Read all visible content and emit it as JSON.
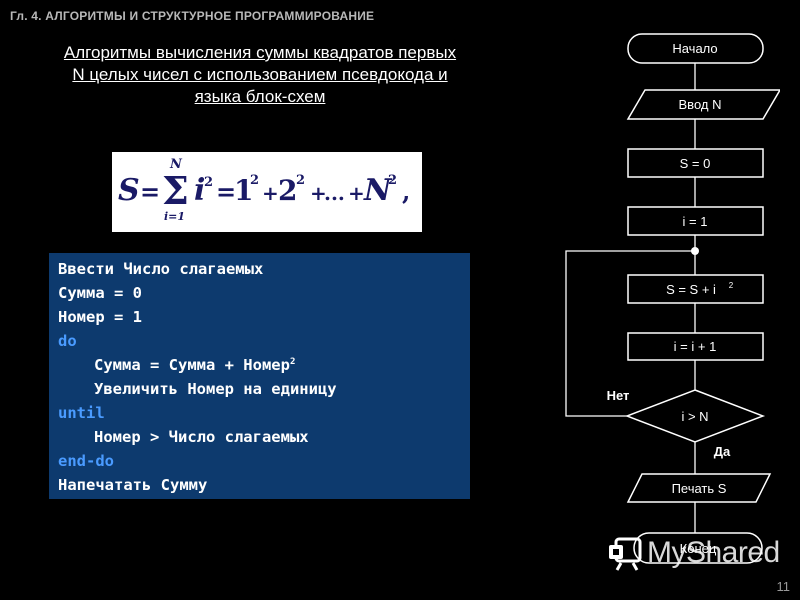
{
  "header": {
    "chapter": "Гл. 4. АЛГОРИТМЫ И СТРУКТУРНОЕ ПРОГРАММИРОВАНИЕ"
  },
  "title": {
    "line1": "Алгоритмы вычисления суммы квадратов первых",
    "line2": "N целых чисел с использованием псевдокода и",
    "line3": "языка блок-схем"
  },
  "formula": {
    "lhs": "S",
    "eq": "=",
    "sigma_top": "N",
    "sigma_bottom": "i=1",
    "term": "i",
    "power": "2",
    "t1": "1",
    "t2": "2",
    "plus": "+",
    "dots": "...",
    "last": "N",
    "comma": ","
  },
  "pseudocode": {
    "l1": "Ввести Число слагаемых",
    "l2": "Сумма = 0",
    "l3": "Номер = 1",
    "l4": "do",
    "l5": "Сумма = Сумма + Номер",
    "l5_sup": "2",
    "l6": "Увеличить Номер на единицу",
    "l7": "until",
    "l8": "Номер > Число слагаемых",
    "l9": "end-do",
    "l10": "Напечатать Сумму"
  },
  "flowchart": {
    "start": "Начало",
    "input": "Ввод N",
    "init_s": "S = 0",
    "init_i": "i = 1",
    "accumulate": "S = S + i ",
    "accumulate_sup": "2",
    "increment": "i = i + 1",
    "condition": "i > N",
    "no_label": "Нет",
    "yes_label": "Да",
    "output": "Печать S",
    "end": "Конец"
  },
  "watermark": {
    "text": "MyShared"
  },
  "page_number": "11",
  "colors": {
    "background": "#000000",
    "code_bg": "#0d3a6e",
    "keyword": "#4a9bff",
    "chapter_text": "#b8b8b8"
  }
}
